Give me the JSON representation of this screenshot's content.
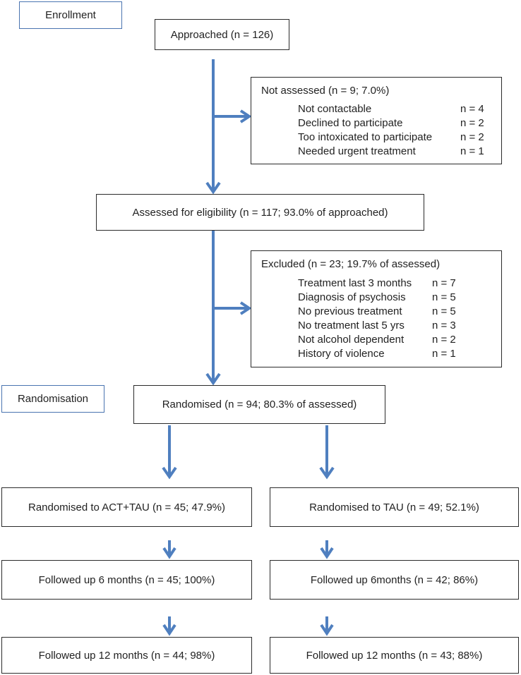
{
  "colors": {
    "arrow": "#4f7fbf",
    "box_border": "#2b2b2b",
    "stage_border": "#4a74b0"
  },
  "stages": {
    "enrollment": "Enrollment",
    "randomisation": "Randomisation"
  },
  "approached": "Approached (n = 126)",
  "not_assessed": {
    "title": "Not assessed (n = 9; 7.0%)",
    "items": [
      {
        "label": "Not contactable",
        "count": "n = 4"
      },
      {
        "label": "Declined to participate",
        "count": "n = 2"
      },
      {
        "label": "Too intoxicated to participate",
        "count": "n = 2"
      },
      {
        "label": "Needed urgent treatment",
        "count": "n = 1"
      }
    ]
  },
  "assessed": "Assessed for eligibility (n = 117; 93.0% of approached)",
  "excluded": {
    "title": "Excluded (n = 23; 19.7% of assessed)",
    "items": [
      {
        "label": "Treatment last 3 months",
        "count": "n = 7"
      },
      {
        "label": "Diagnosis of psychosis",
        "count": "n = 5"
      },
      {
        "label": "No previous treatment",
        "count": "n = 5"
      },
      {
        "label": "No treatment last 5 yrs",
        "count": "n = 3"
      },
      {
        "label": "Not alcohol dependent",
        "count": "n = 2"
      },
      {
        "label": "History of violence",
        "count": "n = 1"
      }
    ]
  },
  "randomised": "Randomised (n = 94; 80.3% of assessed)",
  "arms": {
    "act": {
      "randomised": "Randomised to ACT+TAU (n = 45; 47.9%)",
      "followup6": "Followed up 6 months (n = 45; 100%)",
      "followup12": "Followed up 12 months (n = 44; 98%)"
    },
    "tau": {
      "randomised": "Randomised to TAU (n = 49; 52.1%)",
      "followup6": "Followed up 6months (n = 42; 86%)",
      "followup12": "Followed up 12 months (n = 43; 88%)"
    }
  }
}
